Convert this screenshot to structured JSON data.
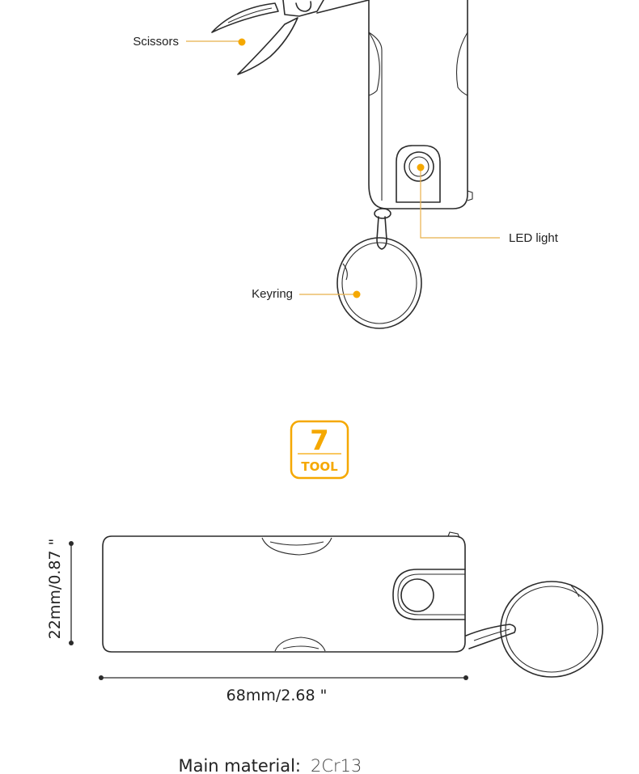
{
  "callouts": {
    "scissors": "Scissors",
    "led": "LED light",
    "keyring": "Keyring"
  },
  "badge": {
    "number": "7",
    "text": "TOOL"
  },
  "dimensions": {
    "height": "22mm/0.87 \"",
    "length": "68mm/2.68 \""
  },
  "material": {
    "label": "Main material:",
    "value": "2Cr13"
  },
  "colors": {
    "accent": "#F5A800",
    "leader": "#E8B04A",
    "line": "#2B2B2B"
  }
}
